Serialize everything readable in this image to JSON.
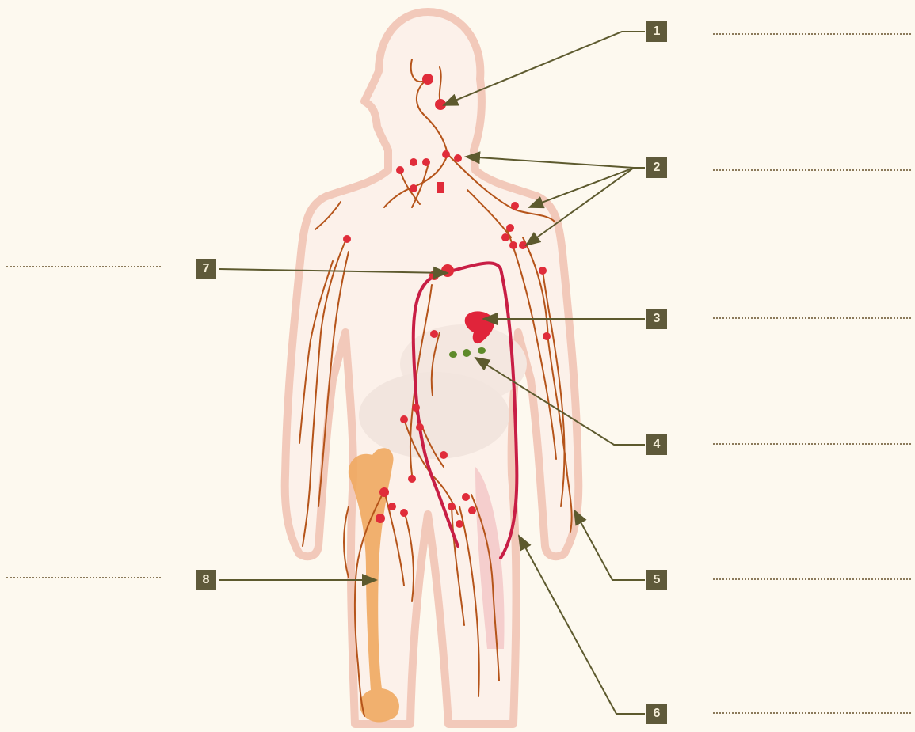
{
  "diagram": {
    "labels": [
      {
        "number": "1"
      },
      {
        "number": "2"
      },
      {
        "number": "3"
      },
      {
        "number": "4"
      },
      {
        "number": "5"
      },
      {
        "number": "6"
      },
      {
        "number": "7"
      },
      {
        "number": "8"
      }
    ]
  },
  "colors": {
    "background": "#fdf9ef",
    "body_outline": "#f2c7b8",
    "lymph_vessel": "#b5541a",
    "lymph_node": "#e02c3a",
    "thoracic_duct": "#c81e45",
    "spleen": "#e0243a",
    "peyer_patches": "#5e8a2a",
    "bone_marrow": "#f0a860",
    "label_box": "#5f5a3a",
    "leader_line": "#5d5a2e",
    "answer_dots": "#8b7a5a"
  }
}
